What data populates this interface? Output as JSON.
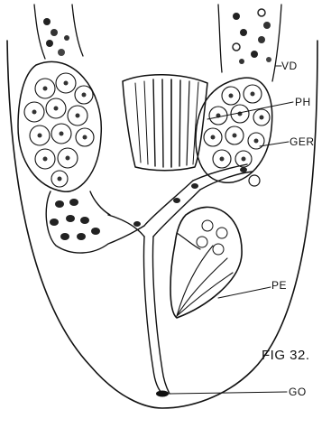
{
  "figure_label": "FIG 32.",
  "labels": {
    "vd": "VD",
    "ph": "PH",
    "ger": "GER",
    "pe": "PE",
    "go": "GO"
  }
}
